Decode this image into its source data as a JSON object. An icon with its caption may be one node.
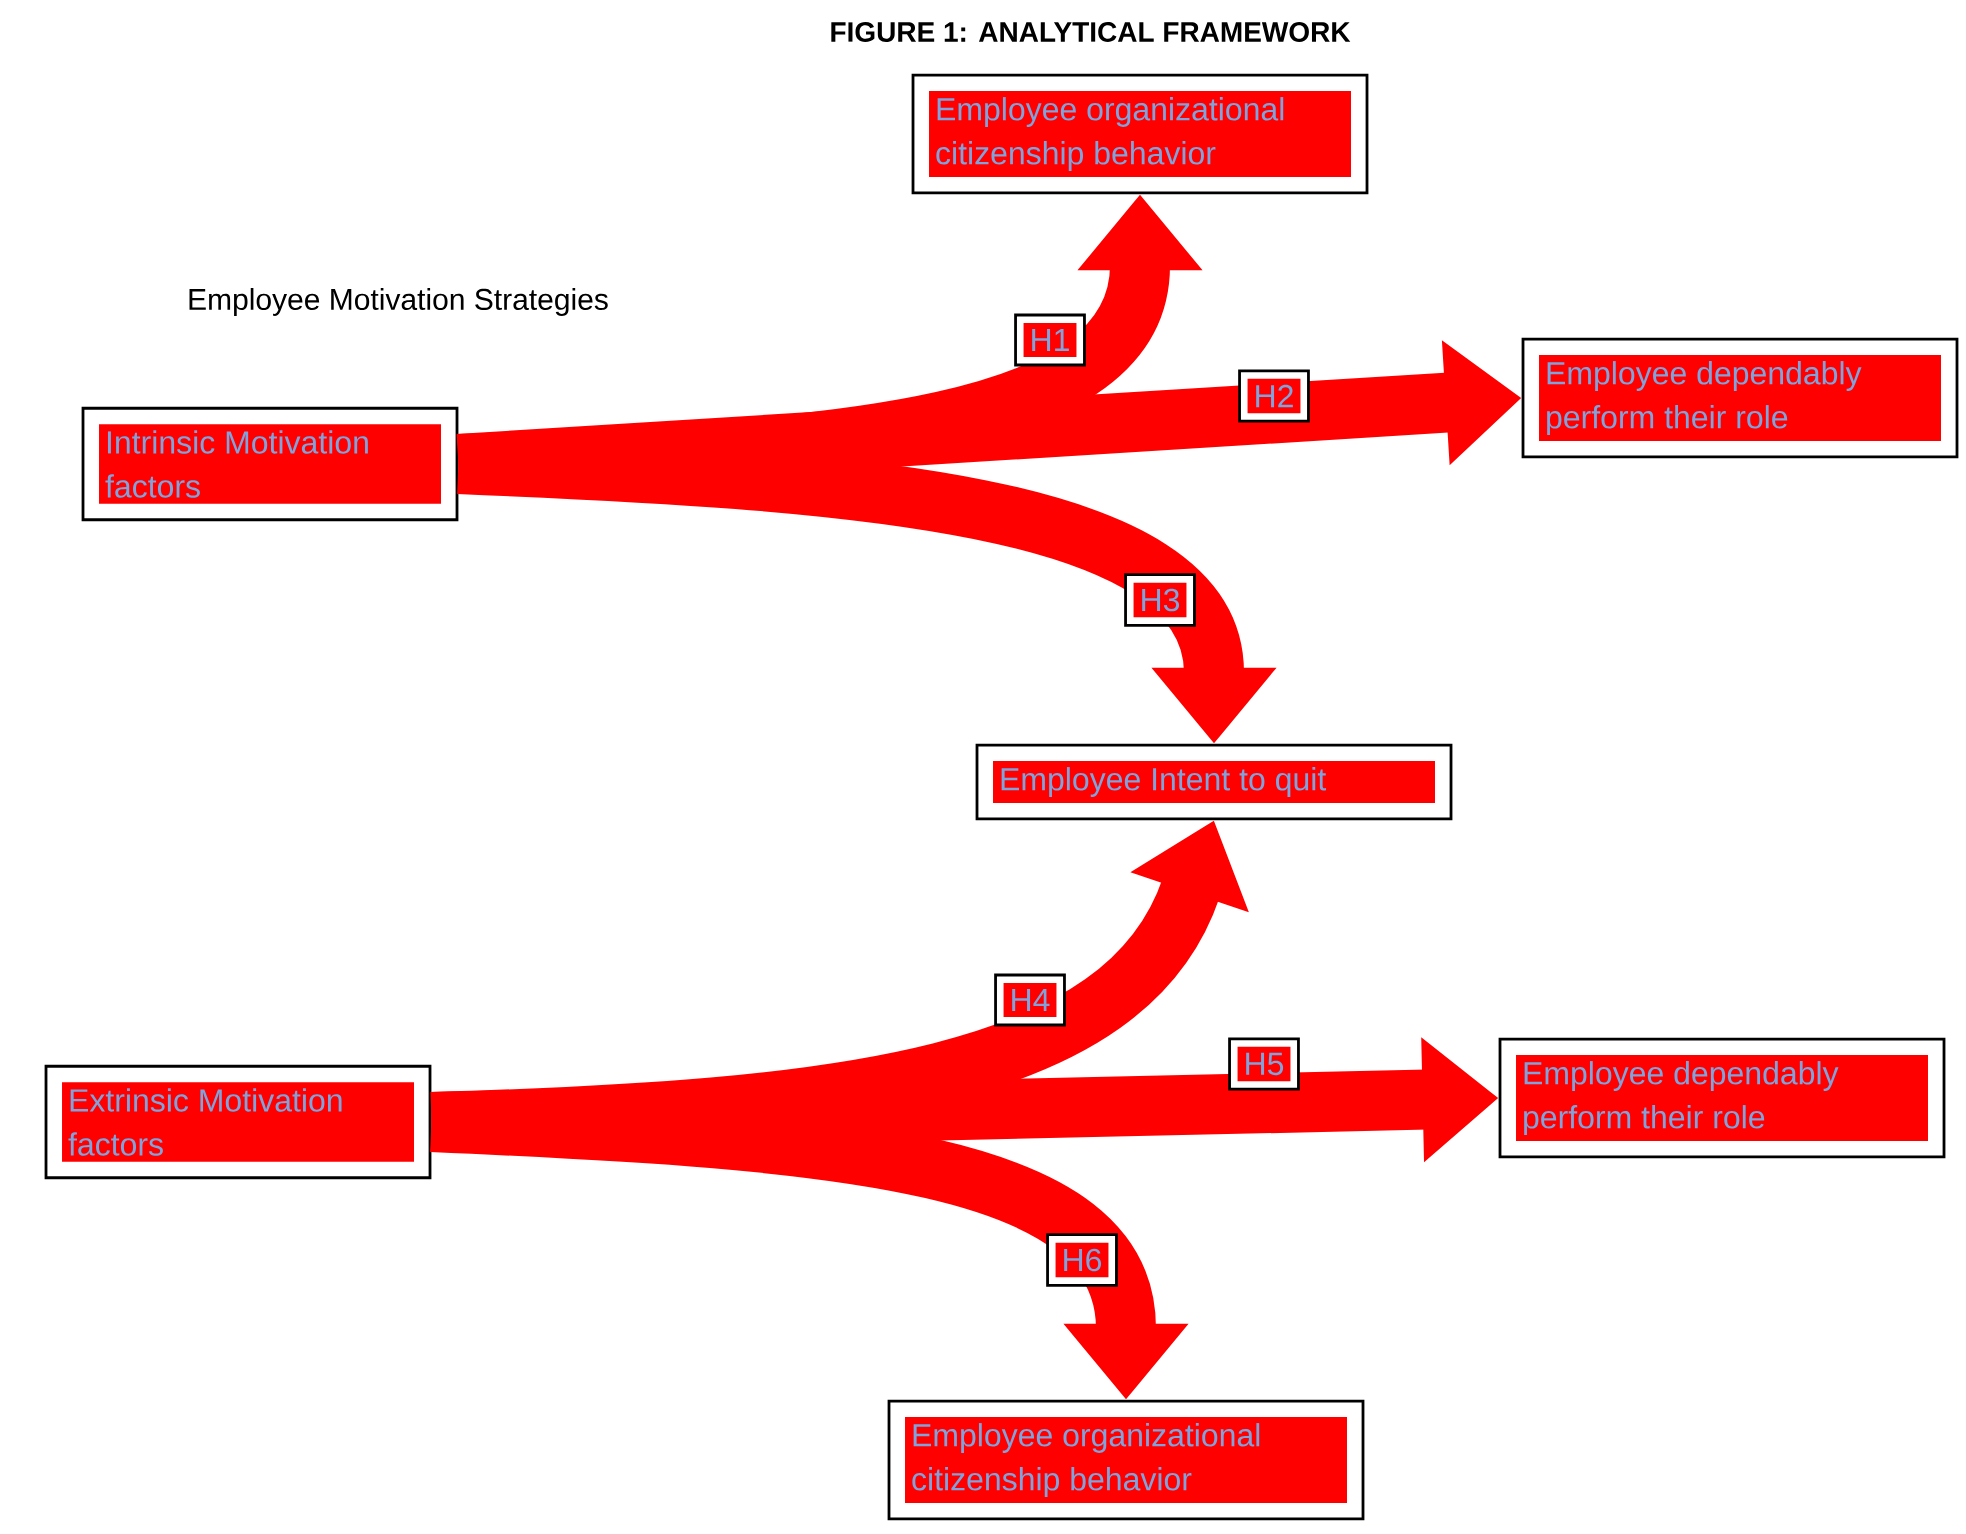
{
  "diagram": {
    "title": "FIGURE 1: ANALYTICAL FRAMEWORK",
    "nodes": [
      {
        "text": [
          "Employee organizational citizenship behavior"
        ]
      },
      {
        "text": [
          "Intrinsic Motivation factors"
        ]
      },
      {
        "text": [
          "Employee dependably perform their role"
        ]
      },
      {
        "text": [
          "Employee Intent to quit"
        ]
      },
      {
        "text": [
          "Extrinsic Motivation factors"
        ]
      },
      {
        "text": [
          "Employee dependably perform their role"
        ]
      },
      {
        "text": [
          "Employee organizational citizenship behavior"
        ]
      }
    ],
    "edges": [
      {
        "from": 1,
        "to": 0,
        "arrow": "to",
        "label": "H1"
      },
      {
        "from": 1,
        "to": 2,
        "arrow": "to",
        "label": "H2"
      },
      {
        "from": 1,
        "to": 3,
        "arrow": "to",
        "label": "H3"
      },
      {
        "from": 4,
        "to": 3,
        "arrow": "to",
        "label": "H4"
      },
      {
        "from": 4,
        "to": 5,
        "arrow": "to",
        "label": "H5"
      },
      {
        "from": 4,
        "to": 6,
        "arrow": "to",
        "label": "H6"
      }
    ],
    "labels": [
      "Employee Motivation Strategies"
    ]
  }
}
